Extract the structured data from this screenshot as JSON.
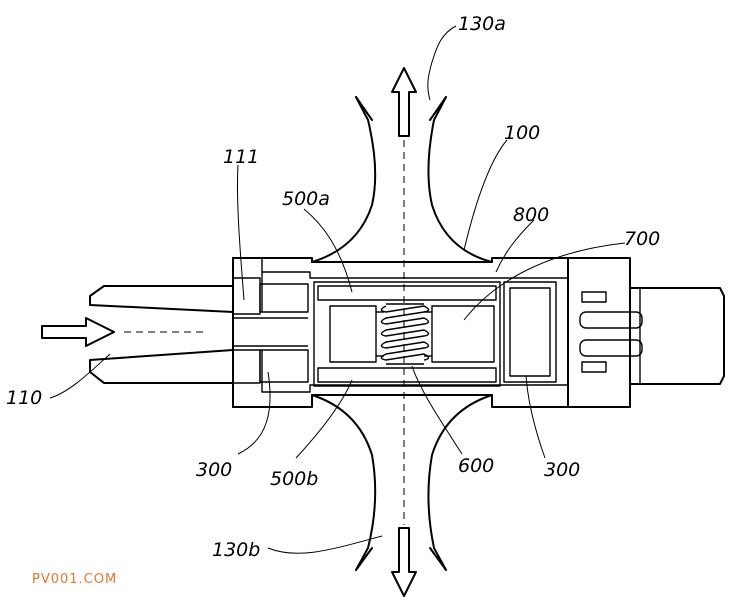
{
  "labels": {
    "l130a": "130a",
    "l111": "111",
    "l100": "100",
    "l500a": "500a",
    "l800": "800",
    "l700": "700",
    "l110": "110",
    "l300left": "300",
    "l500b": "500b",
    "l600": "600",
    "l300right": "300",
    "l130b": "130b"
  },
  "watermark": "PV001.COM"
}
